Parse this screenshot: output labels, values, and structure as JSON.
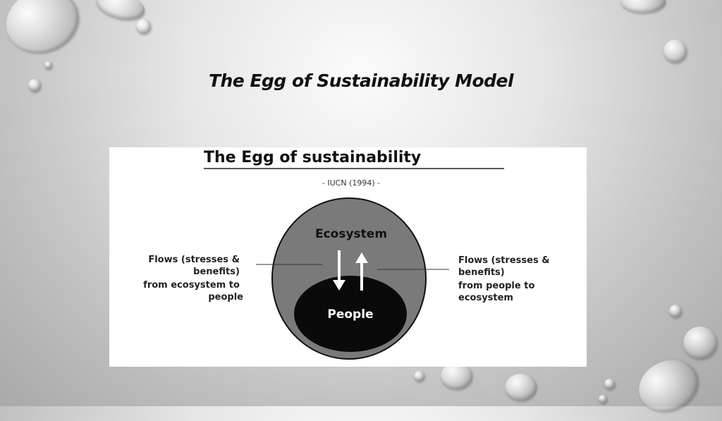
{
  "slide": {
    "title": "The Egg of Sustainability Model"
  },
  "diagram": {
    "title": "The Egg of sustainability",
    "source": "- IUCN (1994) -",
    "outer_label": "Ecosystem",
    "inner_label": "People",
    "left_label_lines": [
      "Flows (stresses &",
      "benefits)",
      "from ecosystem to",
      "people"
    ],
    "right_label_lines": [
      "Flows (stresses &",
      "benefits)",
      "from people to",
      "ecosystem"
    ],
    "colors": {
      "outer_egg": "#7a7a7a",
      "inner_egg": "#0a0a0a",
      "arrows": "#ffffff"
    }
  }
}
